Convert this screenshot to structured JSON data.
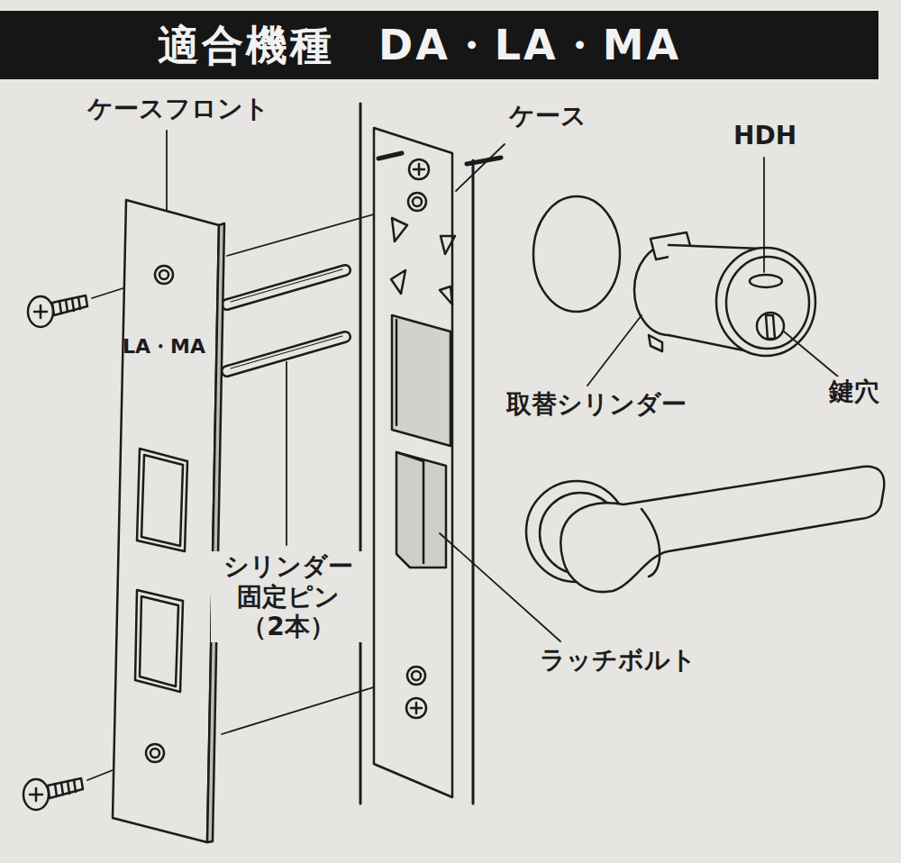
{
  "diagram": {
    "title": "適合機種　DA・LA・MA",
    "nodes": [
      {
        "text": [
          "LA・MA"
        ]
      }
    ],
    "labels": [
      "ケースフロント",
      "シリンダー 固定ピン （2本）",
      "ケース",
      "HDH",
      "取替シリンダー",
      "鍵穴",
      "ラッチボルト"
    ]
  }
}
